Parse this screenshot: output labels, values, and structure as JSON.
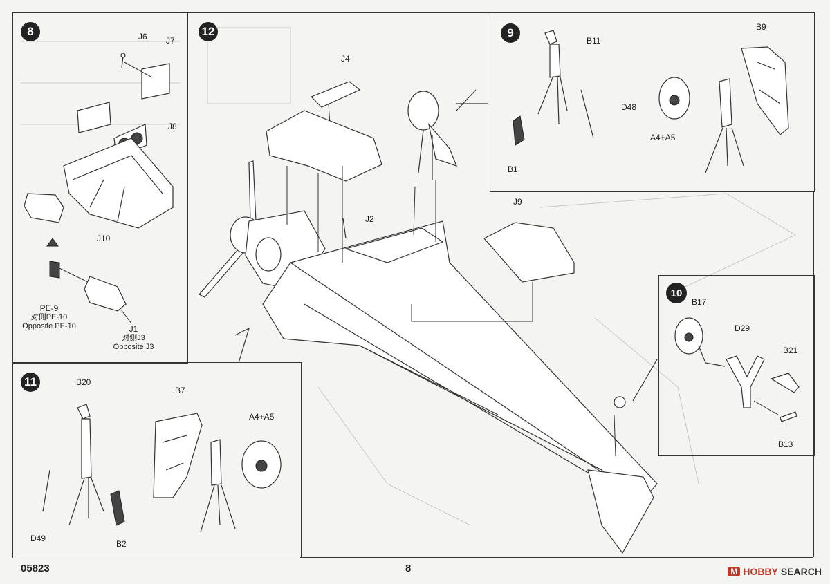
{
  "steps": {
    "s8": {
      "number": "8",
      "labels": {
        "j6": "J6",
        "j7": "J7",
        "j8": "J8",
        "j10": "J10",
        "pe9": "PE-9",
        "pe9_cn": "对侧PE-10",
        "pe9_en": "Opposite PE-10",
        "j1": "J1",
        "j1_cn": "对侧J3",
        "j1_en": "Opposite J3"
      }
    },
    "s9": {
      "number": "9",
      "labels": {
        "b11": "B11",
        "b9": "B9",
        "d48": "D48",
        "a4a5": "A4+A5",
        "b1": "B1"
      }
    },
    "s10": {
      "number": "10",
      "labels": {
        "b17": "B17",
        "d29": "D29",
        "b21": "B21",
        "b13": "B13"
      }
    },
    "s11": {
      "number": "11",
      "labels": {
        "b20": "B20",
        "b7": "B7",
        "a4a5": "A4+A5",
        "d49": "D49",
        "b2": "B2"
      }
    },
    "s12": {
      "number": "12",
      "labels": {
        "j4": "J4",
        "j2": "J2",
        "j9": "J9"
      }
    }
  },
  "footer": {
    "code": "05823",
    "page": "8"
  },
  "watermark": {
    "badge": "M",
    "brand": "HOBBY",
    "suffix": "SEARCH"
  },
  "colors": {
    "ink": "#222222",
    "paper": "#f4f4f2",
    "watermark_red": "#c0392b"
  }
}
